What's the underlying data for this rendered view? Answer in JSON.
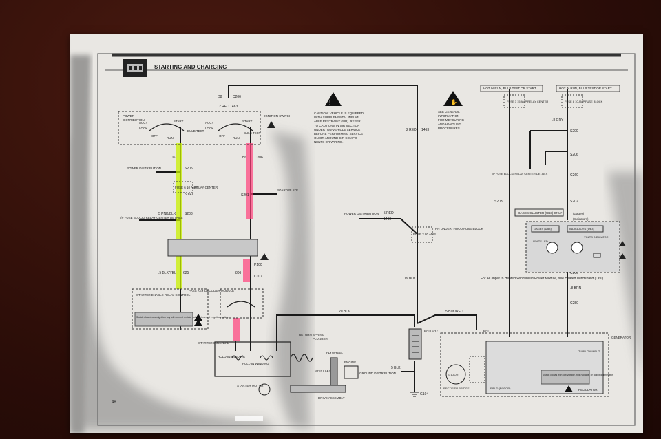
{
  "header": {
    "title": "STARTING AND CHARGING"
  },
  "page_number": "48",
  "caution": {
    "lines": [
      "CAUTION: VEHICLE IS EQUIPPED",
      "WITH SUPPLEMENTAL INFLAT-",
      "ABLE RESTRAINT (SIR). REFER",
      "TO CAUTIONS IN SIR SECTION",
      "UNDER \"ON-VEHICLE SERVICE\"",
      "BEFORE PERFORMING SERVICE",
      "ON OR AROUND SIR COMPO-",
      "NENTS OR WIRING."
    ]
  },
  "esd_note": {
    "lines": [
      "SEE GENERAL",
      "INFORMATION",
      "FOR MEASURING",
      "AND HANDLING",
      "PROCEDURES"
    ]
  },
  "hot_labels": {
    "left": "HOT IN RUN, BULB TEST OR START",
    "right": "HOT IN RUN, BULB TEST OR START"
  },
  "ignition": {
    "title_lines": [
      "POWER",
      "DISTRIBUTION"
    ],
    "labels": {
      "accy1": "ACCY",
      "lock1": "LOCK",
      "off1": "OFF",
      "run1": "RUN",
      "start1": "START",
      "bulb1": "BULB TEST",
      "accy2": "ACCY",
      "lock2": "LOCK",
      "off2": "OFF",
      "run2": "RUN",
      "start2": "START",
      "bulb2": "BULB TEST"
    },
    "side": "IGNITION SWITCH"
  },
  "connectors": {
    "c206_top": "C206",
    "d8": "D8",
    "d6": "D6",
    "b6": "B6",
    "c206_mid": "C206",
    "c107": "C107",
    "p100": "P100",
    "c300": "C300",
    "c250": "C250",
    "c260": "C260",
    "g104": "G104"
  },
  "wires": {
    "red_top": "2 RED",
    "num_top": "1463",
    "w1": "2 RED   1463",
    "yel": "5 YEL",
    "pnkblk": "5 PNK/BLK",
    "blkyel": ".5 BLK/YEL",
    "num625": "625",
    "num806": "806",
    "red_mid": "5 RED",
    "num1463": "1463",
    "blk19": "19 BLK",
    "blk5": "5 BLK",
    "blk20": "20 BLK",
    "blkred": "5 BLK/RED",
    "brn": ".8 BRN",
    "gry": ".8 GRY",
    "s200": "S200",
    "s201": "S201",
    "s202": "S202",
    "s203": "S203",
    "s205": "S205",
    "s206": "S206",
    "s208": "S208"
  },
  "labels": {
    "power_dist1": "POWER DISTRIBUTION",
    "ip_fuse": "I/P FUSE BLOCK/ RELAY CENTER DETAILS",
    "fuse6": "FUSE 6  10 AMP",
    "relay_center": "RELAY CENTER",
    "board": "BOARD PLATE",
    "power_dist2": "POWER DISTRIBUTION",
    "fuse_underhood": "FUSE 2  80 AMP",
    "underhood": "RH UNDER- HOOD FUSE BLOCK",
    "pass_key": "PASS KEY DECODER MODULE",
    "starter_enable": "STARTER ENABLE RELAY CONTROL",
    "pk_note": "Switch closed when ignition key with correct resistor pellet is inserted in ignition switch.",
    "starter_solenoid": "STARTER SOLENOID",
    "hold_in": "HOLD-IN WINDING",
    "pull_in": "PULL-IN WINDING",
    "return_spring": "RETURN SPRING",
    "plunger": "PLUNGER",
    "flywheel": "FLYWHEEL",
    "shift_lever": "SHIFT LEVER",
    "starter_motor": "STARTER MOTOR",
    "drive_assembly": "DRIVE ASSEMBLY",
    "engine": "ENGINE",
    "ground_dist": "GROUND DISTRIBUTION",
    "battery": "BATTERY",
    "fuse3": "FUSE 3  15 AMP",
    "fuse8": "FUSE 8  10 AMP",
    "relay_center2": "RELAY CENTER",
    "fuse_block": "FUSE BLOCK",
    "ip_fuse2": "I/P FUSE BLOCK/ RELAY CENTER DETAILS",
    "gages_cluster": "GAGES CLUSTER (UB3) ONLY",
    "gages": "(Gages)",
    "indicators": "(Indicators)",
    "gages_ub3": "GAGES (UB3)",
    "indicators_ub3": "INDICATORS (UB3)",
    "volts": "VOLTS LED",
    "voltz_ind": "VOLTS INDICATOR",
    "ac_note": "For AC input to Heated Windshield Power Module, see Heated Windshield (C60).",
    "generator": "GENERATOR",
    "bat": "BAT",
    "stator": "STATOR",
    "rectifier": "RECTIFIER BRIDGE",
    "field": "FIELD (ROTOR)",
    "turn_on": "TURN ON INPUT",
    "regulator": "REGULATOR",
    "reg_note": "Switch closes with low voltage, high voltage, or stopped generator."
  }
}
